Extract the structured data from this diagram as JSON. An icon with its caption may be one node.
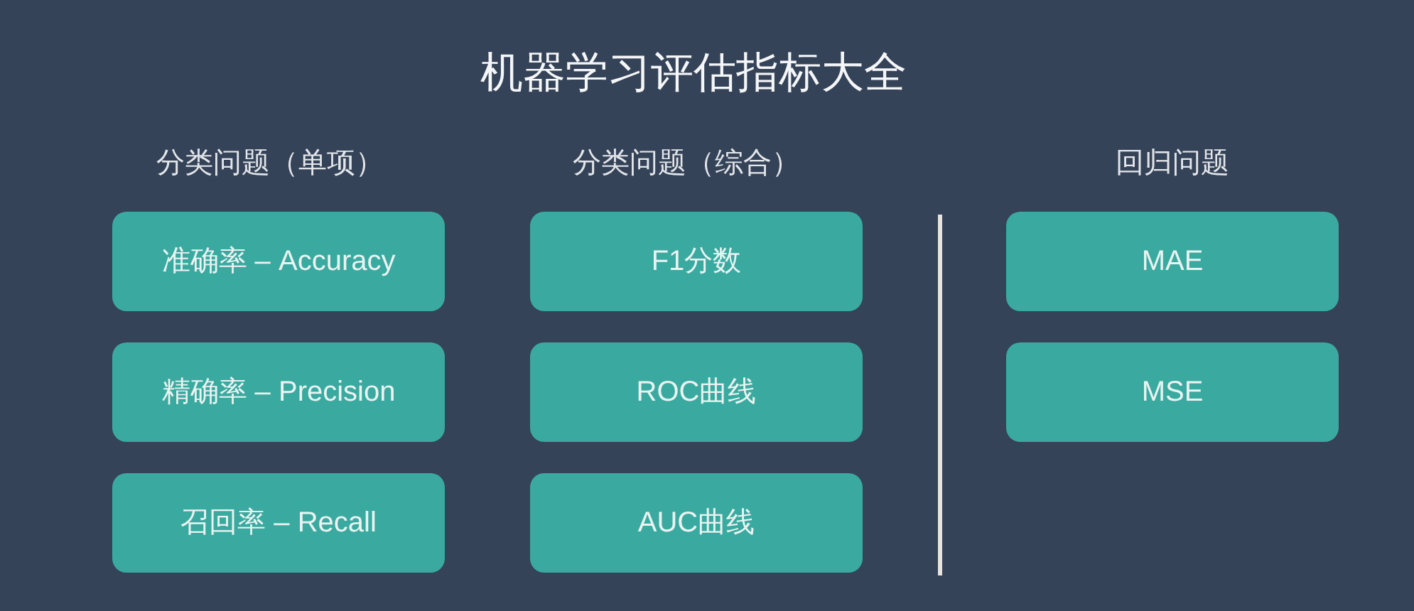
{
  "diagram": {
    "title": "机器学习评估指标大全",
    "nodes": [
      {
        "text": [
          "准确率 – Accuracy"
        ]
      },
      {
        "text": [
          "精确率 – Precision"
        ]
      },
      {
        "text": [
          "召回率 – Recall"
        ]
      },
      {
        "text": [
          "F1分数"
        ]
      },
      {
        "text": [
          "ROC曲线"
        ]
      },
      {
        "text": [
          "AUC曲线"
        ]
      },
      {
        "text": [
          "MAE"
        ]
      },
      {
        "text": [
          "MSE"
        ]
      }
    ],
    "labels": [
      "分类问题（单项）",
      "分类问题（综合）",
      "回归问题"
    ]
  }
}
